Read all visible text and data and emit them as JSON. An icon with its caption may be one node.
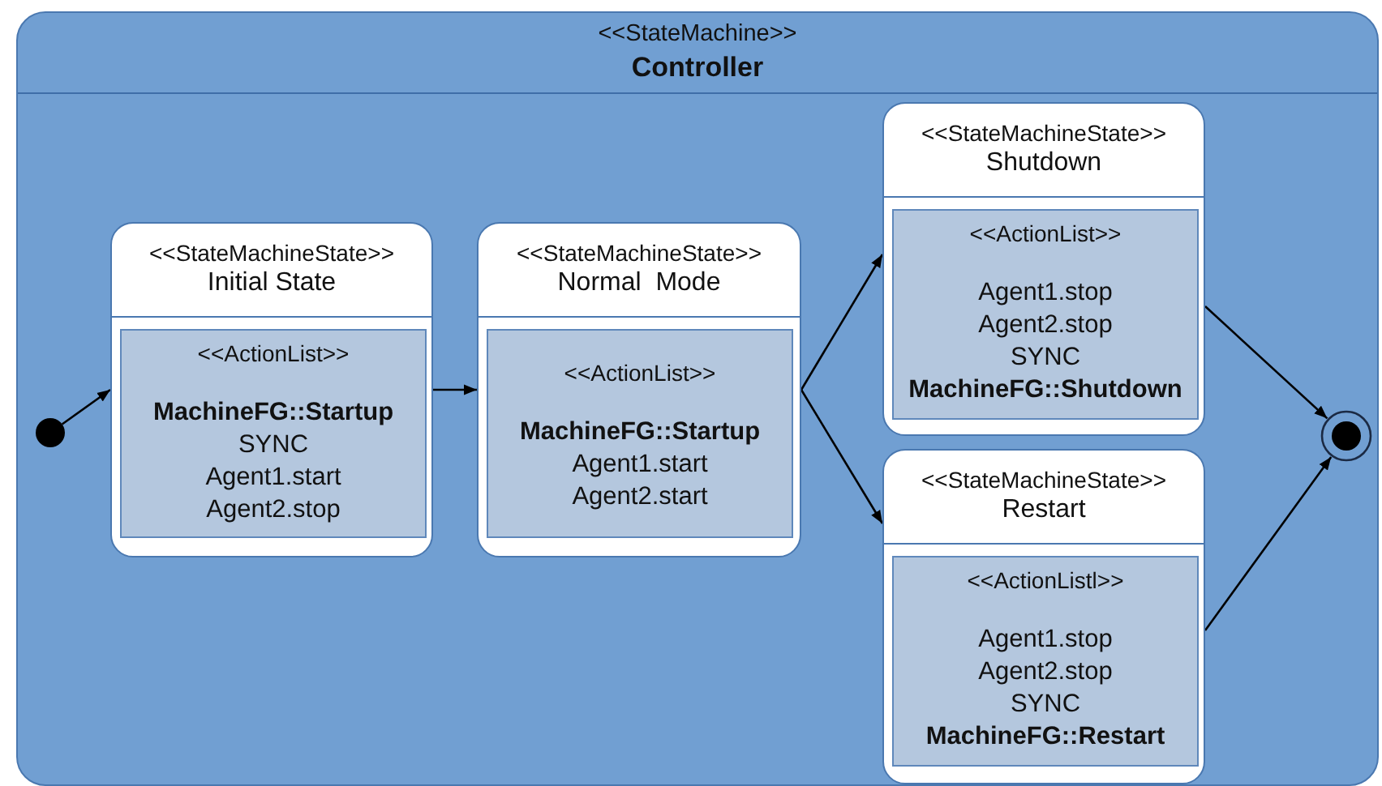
{
  "diagram": {
    "nodes": [
      {
        "text": [
          "<<StateMachine>>",
          "Controller"
        ]
      },
      {
        "text": [],
        "shape": "circle",
        "in": 0
      },
      {
        "text": [
          "<<StateMachineState>>",
          "Initial State"
        ],
        "in": 0
      },
      {
        "text": [
          "<<ActionList>>",
          "**MachineFG::Startup**",
          "SYNC",
          "Agent1.start",
          "Agent2.stop"
        ],
        "in": 2
      },
      {
        "text": [
          "<<StateMachineState>>",
          "Normal  Mode"
        ],
        "in": 0
      },
      {
        "text": [
          "<<ActionList>>",
          "**MachineFG::Startup**",
          "Agent1.start",
          "Agent2.start"
        ],
        "in": 4
      },
      {
        "text": [
          "<<StateMachineState>>",
          "Shutdown"
        ],
        "in": 0
      },
      {
        "text": [
          "<<ActionList>>",
          "Agent1.stop",
          "Agent2.stop",
          "SYNC",
          "**MachineFG::Shutdown**"
        ],
        "in": 6
      },
      {
        "text": [
          "<<StateMachineState>>",
          "Restart"
        ],
        "in": 0
      },
      {
        "text": [
          "<<ActionListl>>",
          "Agent1.stop",
          "Agent2.stop",
          "SYNC",
          "**MachineFG::Restart**"
        ],
        "in": 8
      },
      {
        "text": [],
        "shape": "circle",
        "in": 0
      }
    ],
    "edges": [
      {
        "from": 1,
        "to": 2,
        "arrow": "to"
      },
      {
        "from": 2,
        "to": 4,
        "arrow": "to"
      },
      {
        "from": 4,
        "to": 6,
        "arrow": "to"
      },
      {
        "from": 4,
        "to": 8,
        "arrow": "to"
      },
      {
        "from": 6,
        "to": 10,
        "arrow": "to"
      },
      {
        "from": 8,
        "to": 10,
        "arrow": "to"
      }
    ]
  }
}
